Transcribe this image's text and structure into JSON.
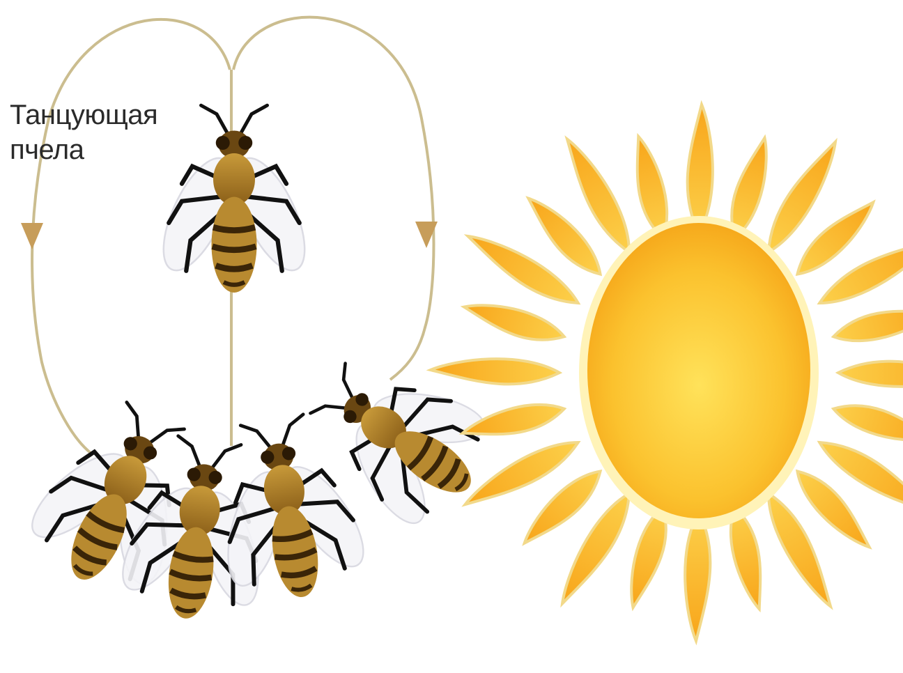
{
  "diagram": {
    "caption_line1": "Танцующая",
    "caption_line2": "пчела",
    "path_color": "#c9b98a",
    "arrow_color": "#c8a060"
  },
  "sun": {
    "core_color": "#fbc02d",
    "core_highlight": "#ffe56a",
    "ray_color": "#fbc02d",
    "ray_outline": "#f2d98a"
  },
  "bees": {
    "body_color": "#a67b22",
    "stripe_color": "#3a2508",
    "leg_color": "#111111",
    "count": 5
  }
}
